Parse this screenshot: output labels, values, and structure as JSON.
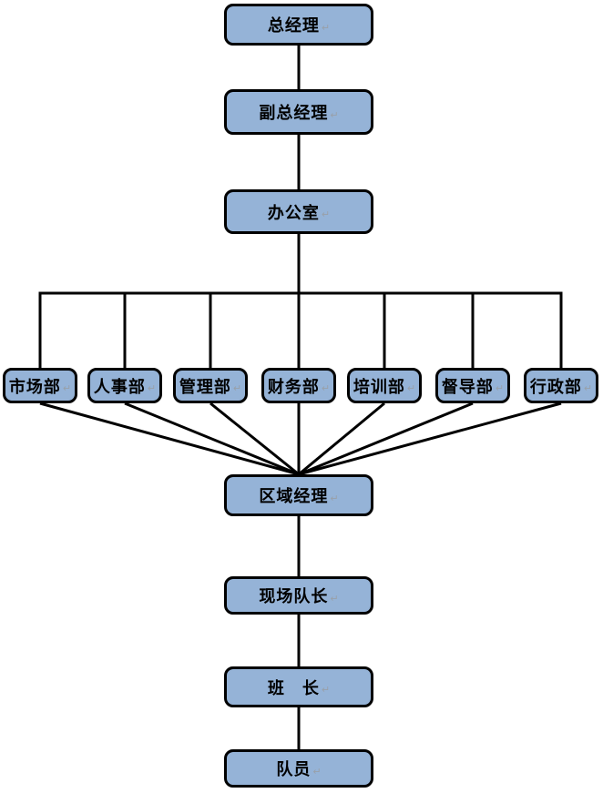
{
  "diagram": {
    "background": "#ffffff",
    "box_fill": "#95B3D7",
    "box_border": "#000000",
    "line_color": "#000000",
    "return_mark": "↵",
    "nodes": [
      {
        "id": "general-manager",
        "label": "总经理"
      },
      {
        "id": "deputy-general-manager",
        "label": "副总经理"
      },
      {
        "id": "office",
        "label": "办公室"
      },
      {
        "id": "marketing-dept",
        "label": "市场部"
      },
      {
        "id": "hr-dept",
        "label": "人事部"
      },
      {
        "id": "management-dept",
        "label": "管理部"
      },
      {
        "id": "finance-dept",
        "label": "财务部"
      },
      {
        "id": "training-dept",
        "label": "培训部"
      },
      {
        "id": "supervision-dept",
        "label": "督导部"
      },
      {
        "id": "admin-dept",
        "label": "行政部"
      },
      {
        "id": "regional-manager",
        "label": "区域经理"
      },
      {
        "id": "site-captain",
        "label": "现场队长"
      },
      {
        "id": "squad-leader",
        "label": "班　长"
      },
      {
        "id": "team-member",
        "label": "队员"
      }
    ],
    "edges": [
      {
        "from": "general-manager",
        "to": "deputy-general-manager",
        "type": "vertical"
      },
      {
        "from": "deputy-general-manager",
        "to": "office",
        "type": "vertical"
      },
      {
        "from": "office",
        "to": "marketing-dept",
        "type": "bus"
      },
      {
        "from": "office",
        "to": "hr-dept",
        "type": "bus"
      },
      {
        "from": "office",
        "to": "management-dept",
        "type": "bus"
      },
      {
        "from": "office",
        "to": "finance-dept",
        "type": "bus"
      },
      {
        "from": "office",
        "to": "training-dept",
        "type": "bus"
      },
      {
        "from": "office",
        "to": "supervision-dept",
        "type": "bus"
      },
      {
        "from": "office",
        "to": "admin-dept",
        "type": "bus"
      },
      {
        "from": "marketing-dept",
        "to": "regional-manager",
        "type": "direct"
      },
      {
        "from": "hr-dept",
        "to": "regional-manager",
        "type": "direct"
      },
      {
        "from": "management-dept",
        "to": "regional-manager",
        "type": "direct"
      },
      {
        "from": "finance-dept",
        "to": "regional-manager",
        "type": "direct"
      },
      {
        "from": "training-dept",
        "to": "regional-manager",
        "type": "direct"
      },
      {
        "from": "supervision-dept",
        "to": "regional-manager",
        "type": "direct"
      },
      {
        "from": "admin-dept",
        "to": "regional-manager",
        "type": "direct"
      },
      {
        "from": "regional-manager",
        "to": "site-captain",
        "type": "vertical"
      },
      {
        "from": "site-captain",
        "to": "squad-leader",
        "type": "vertical"
      },
      {
        "from": "squad-leader",
        "to": "team-member",
        "type": "vertical"
      }
    ]
  }
}
